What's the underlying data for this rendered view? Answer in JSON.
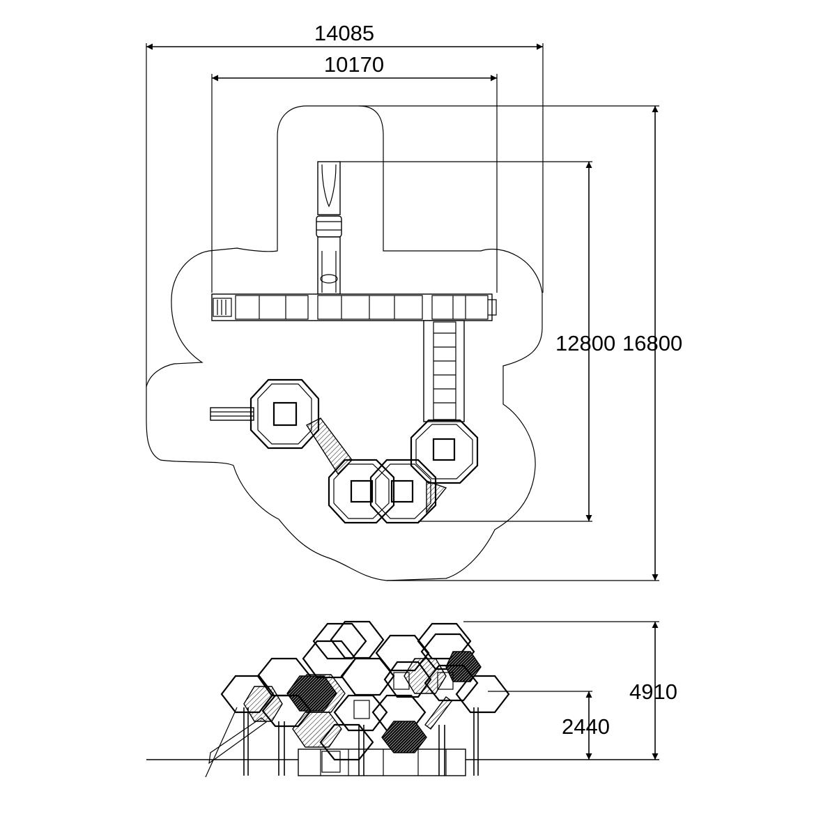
{
  "plan_view": {
    "dim_overall_width": "14085",
    "dim_structure_width": "10170",
    "dim_structure_depth": "12800",
    "dim_overall_depth": "16800"
  },
  "elevation_view": {
    "dim_total_height": "4910",
    "dim_platform_height": "2440"
  }
}
